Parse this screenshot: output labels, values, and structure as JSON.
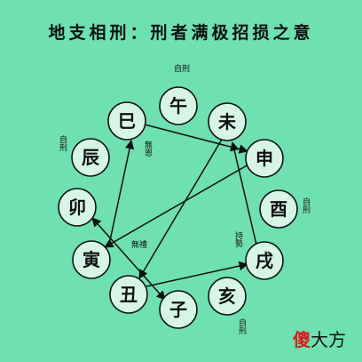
{
  "title": "地支相刑：刑者满极招损之意",
  "branches": [
    {
      "id": "wu",
      "label": "午"
    },
    {
      "id": "wei",
      "label": "未"
    },
    {
      "id": "shen",
      "label": "申"
    },
    {
      "id": "you",
      "label": "酉"
    },
    {
      "id": "xu",
      "label": "戌"
    },
    {
      "id": "hai",
      "label": "亥"
    },
    {
      "id": "zi",
      "label": "子"
    },
    {
      "id": "chou",
      "label": "丑"
    },
    {
      "id": "yin",
      "label": "寅"
    },
    {
      "id": "mao",
      "label": "卯"
    },
    {
      "id": "chen",
      "label": "辰"
    },
    {
      "id": "si",
      "label": "巳"
    }
  ],
  "notes": {
    "zixing_wu": "自刑",
    "zixing_chen": "自刑",
    "zixing_you": "自刑",
    "zixing_hai": "自刑",
    "wuen": "無恩",
    "wuli": "無禮",
    "chishi": "持勢"
  },
  "watermark": {
    "part1": "傻",
    "part2": "大方"
  }
}
